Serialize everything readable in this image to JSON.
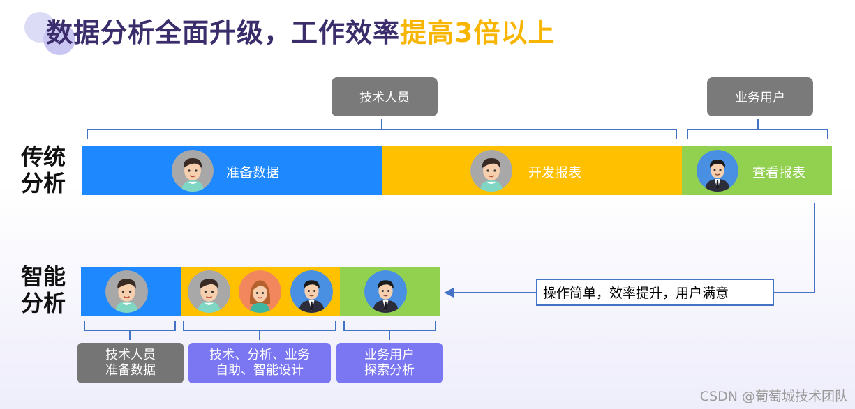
{
  "title": {
    "main": "数据分析全面升级，工作效率",
    "highlight": "提高3倍以上"
  },
  "roles": {
    "tech": "技术人员",
    "business": "业务用户"
  },
  "traditional": {
    "label_line1": "传统",
    "label_line2": "分析",
    "steps": [
      {
        "label": "准备数据",
        "color": "#1e88ff"
      },
      {
        "label": "开发报表",
        "color": "#ffc000"
      },
      {
        "label": "查看报表",
        "color": "#92d050"
      }
    ]
  },
  "smart": {
    "label_line1": "智能",
    "label_line2": "分析",
    "colors": [
      "#1e88ff",
      "#ffc000",
      "#92d050"
    ]
  },
  "note": "操作简单，效率提升，用户满意",
  "bottom_boxes": [
    {
      "line1": "技术人员",
      "line2": "准备数据",
      "color": "#757575"
    },
    {
      "line1": "技术、分析、业务",
      "line2": "自助、智能设计",
      "color": "#7b77f2"
    },
    {
      "line1": "业务用户",
      "line2": "探索分析",
      "color": "#7b77f2"
    }
  ],
  "watermark": "CSDN @葡萄城技术团队",
  "icons": [
    "boy-avatar-icon",
    "woman-avatar-icon",
    "businessman-avatar-icon",
    "arrow-left-icon",
    "brace-icon"
  ]
}
